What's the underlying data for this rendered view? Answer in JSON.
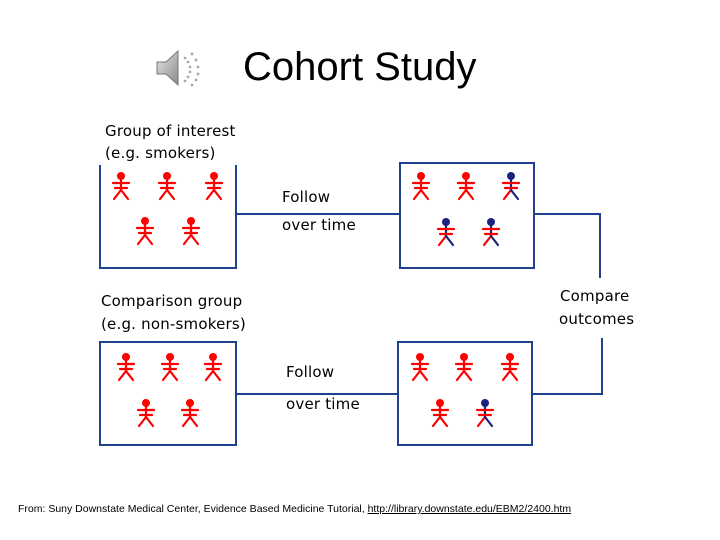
{
  "title": "Cohort Study",
  "icons": {
    "speaker": "speaker-icon",
    "person": "person-icon"
  },
  "colors": {
    "exposed_person": "#ff0000",
    "outcome_person": "#1a237e",
    "box_border": "#1f3f8f",
    "connector": "#1f3f8f"
  },
  "diagram": {
    "group_interest_line1": "Group of interest",
    "group_interest_line2": "(e.g. smokers)",
    "comparison_line1": "Comparison group",
    "comparison_line2": "(e.g. non-smokers)",
    "follow_top_line1": "Follow",
    "follow_top_line2": "over time",
    "follow_bottom_line1": "Follow",
    "follow_bottom_line2": "over time",
    "compare_line1": "Compare",
    "compare_line2": "outcomes",
    "counts": {
      "top_start_people": 5,
      "top_end_people": 5,
      "top_end_with_outcome": 3,
      "bottom_start_people": 5,
      "bottom_end_people": 5,
      "bottom_end_with_outcome": 1
    }
  },
  "footer": {
    "prefix": "From:  Suny Downstate Medical Center, Evidence Based Medicine Tutorial, ",
    "link": "http://library.downstate.edu/EBM2/2400.htm"
  }
}
